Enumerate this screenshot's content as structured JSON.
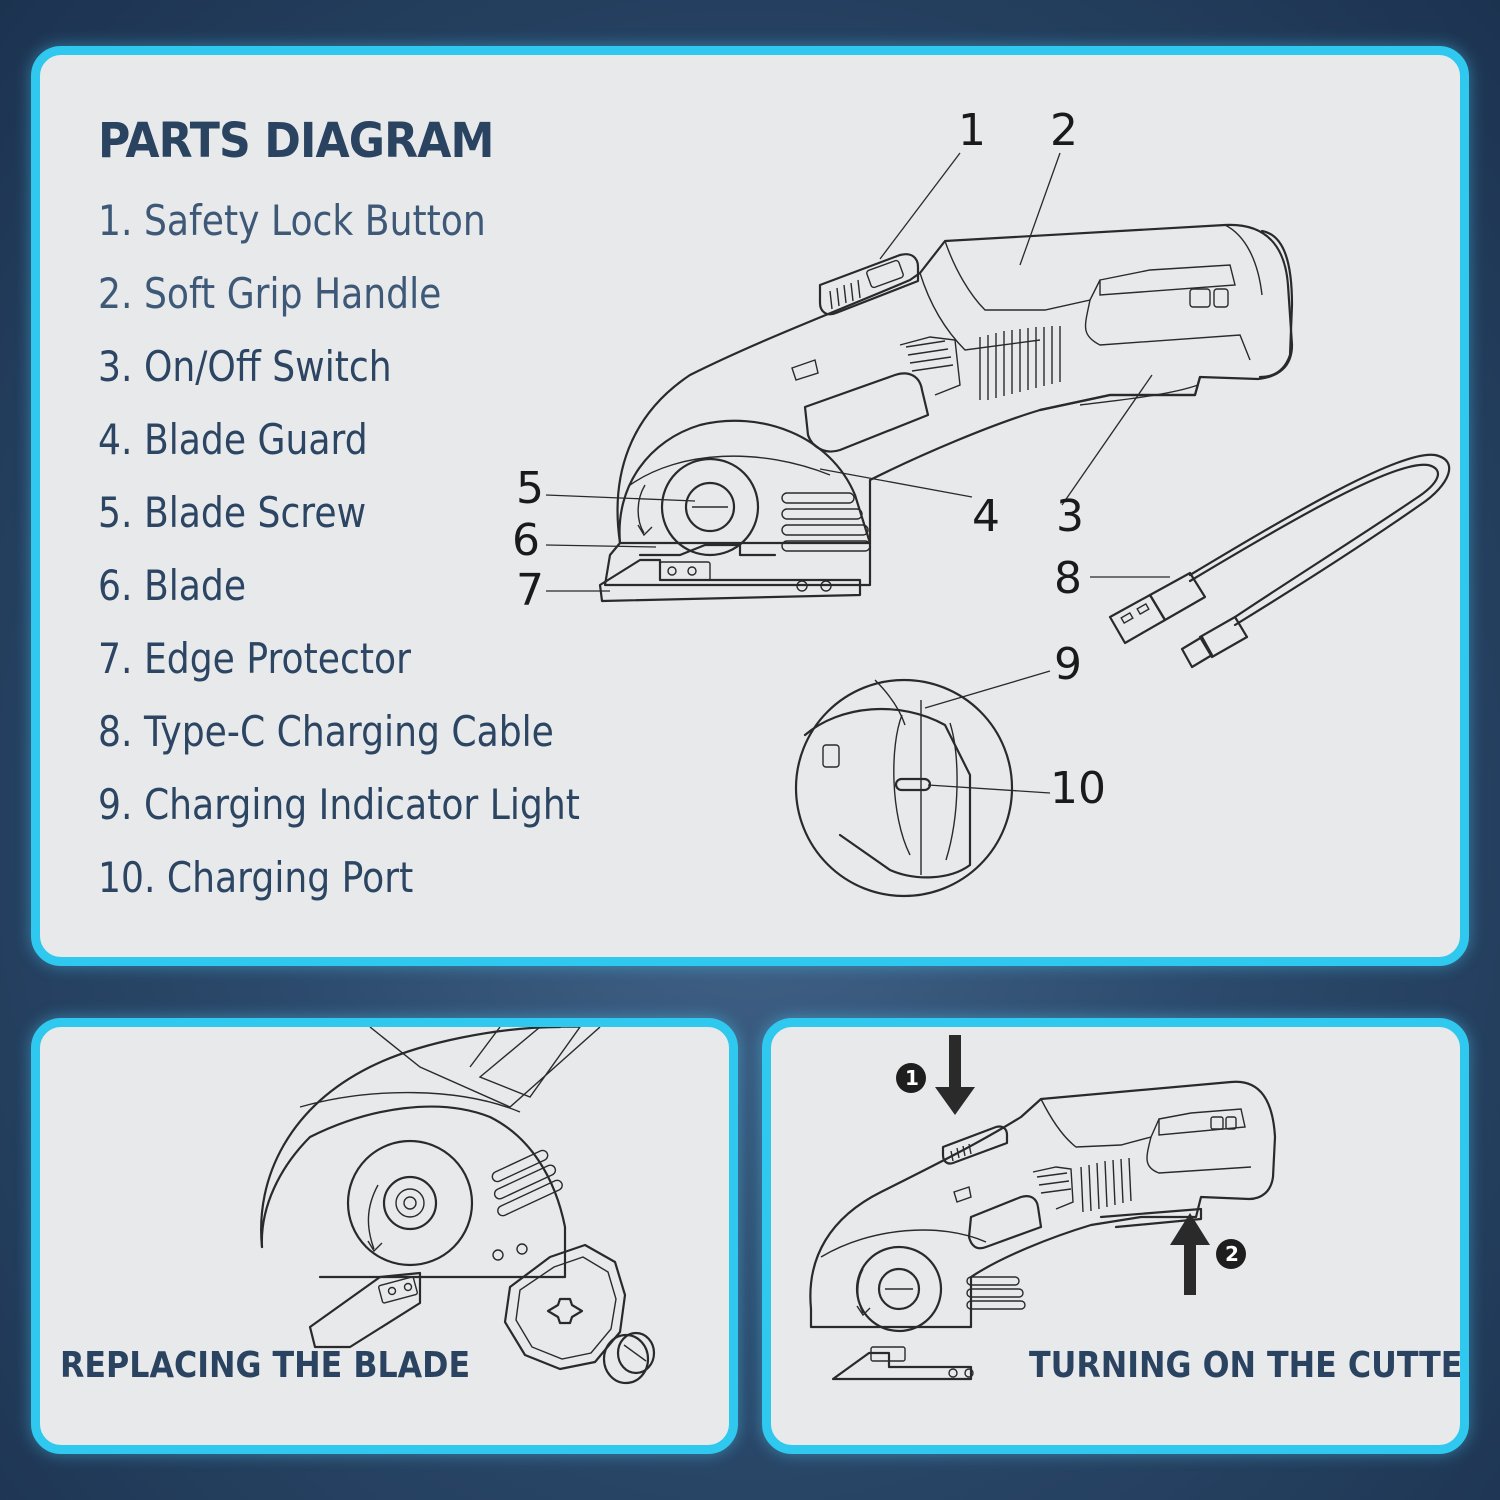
{
  "parts_diagram": {
    "title": "PARTS DIAGRAM",
    "parts": [
      "1. Safety Lock Button",
      "2. Soft Grip Handle",
      "3. On/Off Switch",
      "4. Blade Guard",
      "5. Blade Screw",
      "6. Blade",
      "7. Edge Protector",
      "8. Type-C Charging Cable",
      "9. Charging Indicator Light",
      "10. Charging Port"
    ],
    "callouts": [
      "1",
      "2",
      "3",
      "4",
      "5",
      "6",
      "7",
      "8",
      "9",
      "10"
    ]
  },
  "replacing_blade": {
    "caption": "REPLACING THE BLADE"
  },
  "turning_on": {
    "caption": "TURNING ON THE CUTTER",
    "steps": [
      "1",
      "2"
    ]
  },
  "colors": {
    "panel_border": "#2fc8ef",
    "panel_bg": "#e8e9eb",
    "title_text": "#2a4360",
    "background": "#2c4a6c"
  },
  "icons": [
    "electric-cutter-drawing",
    "usb-c-cable-drawing",
    "charging-port-closeup",
    "octagonal-blade-drawing",
    "blade-screw-drawing",
    "arrow-down-icon",
    "arrow-up-icon"
  ]
}
